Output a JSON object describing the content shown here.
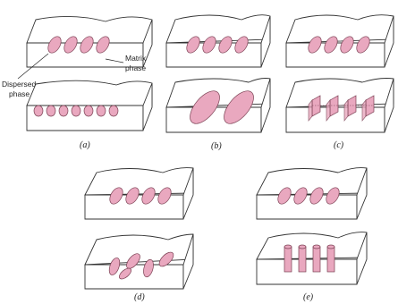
{
  "colors": {
    "fiber": "#e9a8bf",
    "outline": "#333333"
  },
  "labels": {
    "matrix_phase": [
      "Matrix",
      "phase"
    ],
    "dispersed_phase": [
      "Dispersed",
      "phase"
    ]
  },
  "panels": [
    {
      "caption": "(a)"
    },
    {
      "caption": "(b)"
    },
    {
      "caption": "(c)"
    },
    {
      "caption": "(d)"
    },
    {
      "caption": "(e)"
    }
  ]
}
